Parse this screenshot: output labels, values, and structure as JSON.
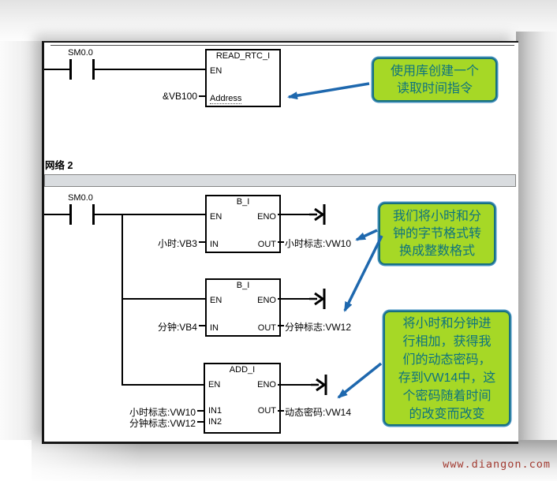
{
  "colors": {
    "callout_fill": "#a6d826",
    "callout_border": "#17707f",
    "callout_text": "#0e737e",
    "arrow_blue": "#1e68ae",
    "watermark_red": "#a23a30"
  },
  "network1": {
    "power_flag": "SM0.0",
    "block": {
      "title": "READ_RTC_I",
      "en_label": "EN",
      "address_label": "Address",
      "address_operand": "&VB100"
    },
    "callout_lines": [
      "使用库创建一个",
      "读取时间指令"
    ]
  },
  "network2": {
    "title": "网络 2",
    "power_flag": "SM0.0",
    "block_hour": {
      "title": "B_I",
      "en_label": "EN",
      "eno_label": "ENO",
      "in_label": "IN",
      "out_label": "OUT",
      "in_operand": "小时:VB3",
      "out_operand": "小时标志:VW10"
    },
    "block_minute": {
      "title": "B_I",
      "en_label": "EN",
      "eno_label": "ENO",
      "in_label": "IN",
      "out_label": "OUT",
      "in_operand": "分钟:VB4",
      "out_operand": "分钟标志:VW12"
    },
    "block_add": {
      "title": "ADD_I",
      "en_label": "EN",
      "eno_label": "ENO",
      "in1_label": "IN1",
      "in2_label": "IN2",
      "out_label": "OUT",
      "in1_operand": "小时标志:VW10",
      "in2_operand": "分钟标志:VW12",
      "out_operand": "动态密码:VW14"
    },
    "callout_convert_lines": [
      "我们将小时和分",
      "钟的字节格式转",
      "换成整数格式"
    ],
    "callout_add_lines": [
      "将小时和分钟进",
      "行相加，获得我",
      "们的动态密码，",
      "存到VW14中，这",
      "个密码随着时间",
      "的改变而改变"
    ]
  },
  "watermark": "www.diangon.com"
}
